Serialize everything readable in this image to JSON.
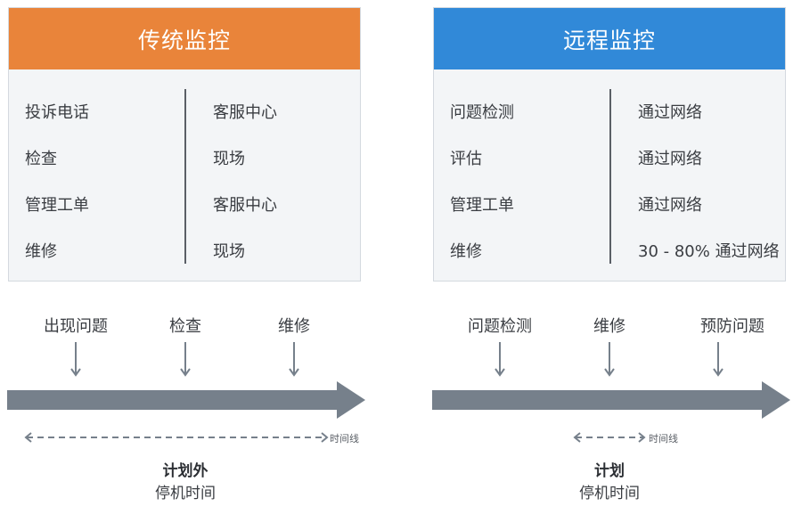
{
  "colors": {
    "traditional_header": "#e9843a",
    "remote_header": "#3189d8",
    "arrow": "#76808b",
    "divider": "#5a5f66"
  },
  "traditional": {
    "title": "传统监控",
    "left_items": [
      "投诉电话",
      "检查",
      "管理工单",
      "维修"
    ],
    "right_items": [
      "客服中心",
      "现场",
      "客服中心",
      "现场"
    ],
    "timeline_steps": [
      "出现问题",
      "检查",
      "维修"
    ],
    "timeline_label": "时间线",
    "caption_bold": "计划外",
    "caption": "停机时间"
  },
  "remote": {
    "title": "远程监控",
    "left_items": [
      "问题检测",
      "评估",
      "管理工单",
      "维修"
    ],
    "right_items": [
      "通过网络",
      "通过网络",
      "通过网络",
      "30 - 80% 通过网络"
    ],
    "timeline_steps": [
      "问题检测",
      "维修",
      "预防问题"
    ],
    "timeline_label": "时间线",
    "caption_bold": "计划",
    "caption": "停机时间"
  }
}
